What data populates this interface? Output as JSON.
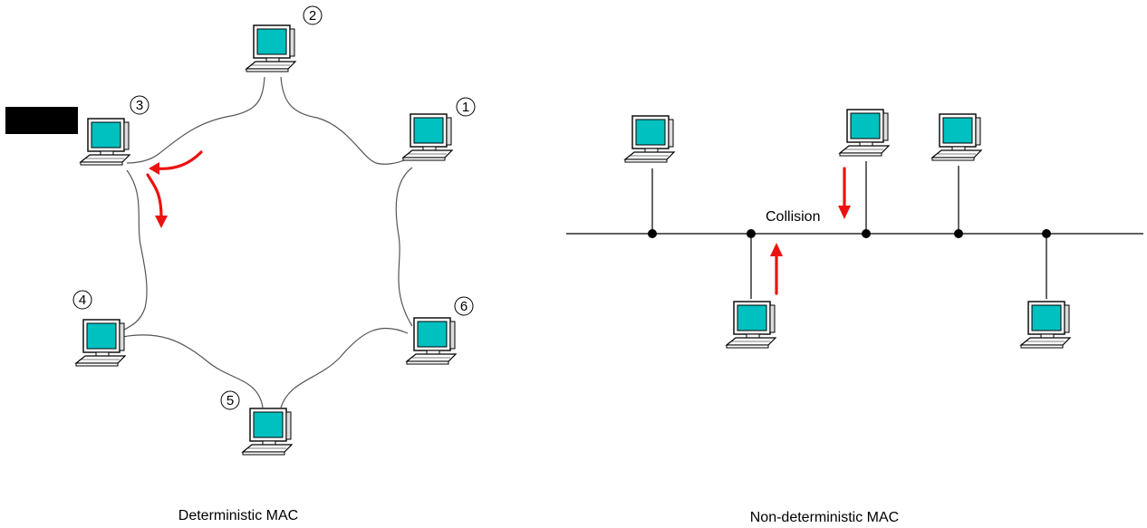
{
  "left_diagram": {
    "caption": "Deterministic MAC",
    "computers": [
      {
        "label": "1"
      },
      {
        "label": "2"
      },
      {
        "label": "3"
      },
      {
        "label": "4"
      },
      {
        "label": "5"
      },
      {
        "label": "6"
      }
    ]
  },
  "right_diagram": {
    "caption": "Non-deterministic MAC",
    "collision_label": "Collision"
  },
  "colors": {
    "screen": "#00c0c0",
    "screen_border": "#000000",
    "arrow": "#ee1111",
    "redaction_box": "#000000"
  },
  "icons": [
    "computer-icon",
    "arrow-icon"
  ]
}
